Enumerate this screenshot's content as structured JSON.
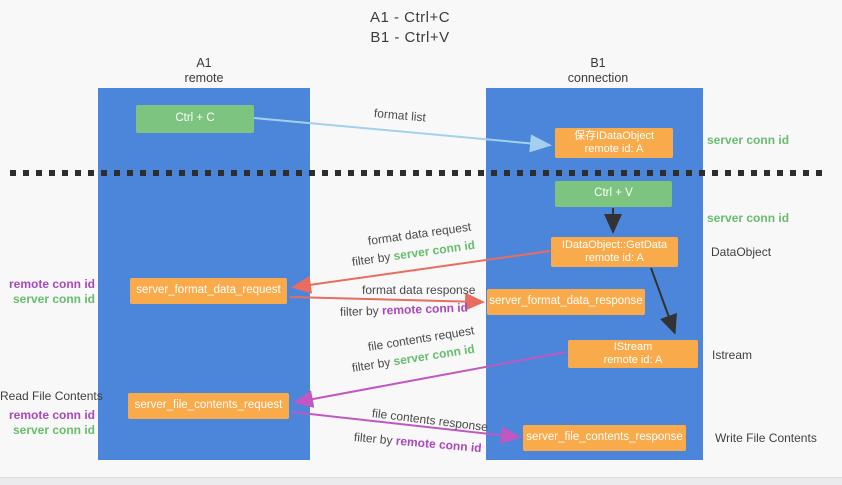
{
  "title": {
    "line1": "A1 - Ctrl+C",
    "line2": "B1 - Ctrl+V"
  },
  "lifelines": {
    "a1": {
      "name": "A1",
      "role": "remote"
    },
    "b1": {
      "name": "B1",
      "role": "connection"
    }
  },
  "boxes": {
    "ctrl_c": "Ctrl + C",
    "ctrl_v": "Ctrl + V",
    "save_idataobject": {
      "line1": "保存IDataObject",
      "line2": "remote id: A"
    },
    "getdata": {
      "line1": "IDataObject::GetData",
      "line2": "remote id: A"
    },
    "istream": {
      "line1": "IStream",
      "line2": "remote id: A"
    },
    "format_request": "server_format_data_request",
    "format_response": "server_format_data_response",
    "file_request": "server_file_contents_request",
    "file_response": "server_file_contents_response"
  },
  "arrow_labels": {
    "format_list": "format list",
    "format_data_request": "format data request",
    "format_data_response": "format data response",
    "file_contents_request": "file contents request",
    "file_contents_response": "file contents response",
    "filter_by": "filter by ",
    "server_conn_id": "server conn id",
    "remote_conn_id": "remote conn id"
  },
  "side_labels": {
    "left": {
      "remote_conn_id": "remote conn id",
      "server_conn_id": "server conn id",
      "read_file_contents": "Read File Contents"
    },
    "right": {
      "server_conn_id": "server conn id",
      "dataobject": "DataObject",
      "istream": "Istream",
      "write_file_contents": "Write File Contents"
    }
  },
  "colors": {
    "lifeline_blue": "#4c86db",
    "box_green": "#7cc47f",
    "box_orange": "#f9ab4b",
    "arrow_lightblue": "#a3d0ee",
    "arrow_red": "#e96c5f",
    "arrow_magenta": "#c158c1",
    "arrow_black": "#333333",
    "text_green": "#68bd6d",
    "text_purple": "#ab47bc",
    "background": "#f8f8f9"
  }
}
